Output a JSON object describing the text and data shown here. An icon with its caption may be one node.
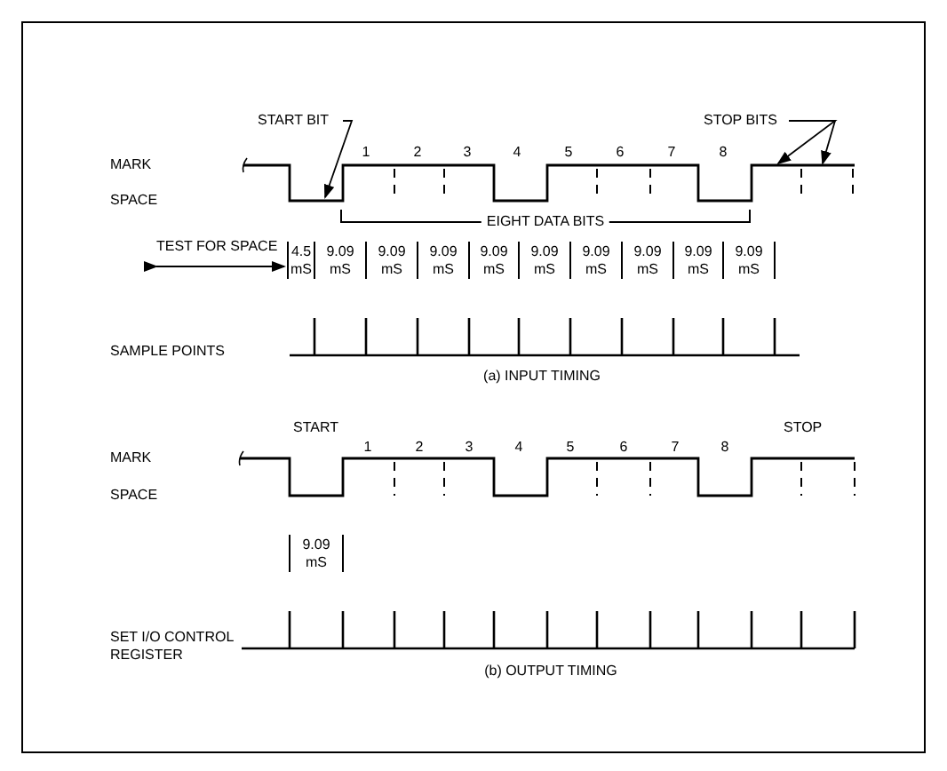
{
  "diagram": {
    "nodes": [
      {
        "text": [
          "START BIT"
        ]
      },
      {
        "text": [
          "STOP BITS"
        ]
      }
    ],
    "edges": [
      {
        "from": 0,
        "to": null,
        "arrow": "to"
      },
      {
        "from": 1,
        "to": null,
        "arrow": "to"
      },
      {
        "from": 1,
        "to": null,
        "arrow": "to"
      }
    ],
    "labels": [
      "MARK",
      "SPACE",
      "1",
      "2",
      "3",
      "4",
      "5",
      "6",
      "7",
      "8",
      "EIGHT DATA BITS",
      "TEST FOR SPACE",
      "4.5 mS",
      "9.09 mS",
      "9.09 mS",
      "9.09 mS",
      "9.09 mS",
      "9.09 mS",
      "9.09 mS",
      "9.09 mS",
      "9.09 mS",
      "9.09 mS",
      "SAMPLE POINTS",
      "(a) INPUT TIMING",
      "START",
      "STOP",
      "MARK",
      "SPACE",
      "1",
      "2",
      "3",
      "4",
      "5",
      "6",
      "7",
      "8",
      "9.09 mS",
      "SET I/O CONTROL REGISTER",
      "(b) OUTPUT TIMING"
    ]
  }
}
